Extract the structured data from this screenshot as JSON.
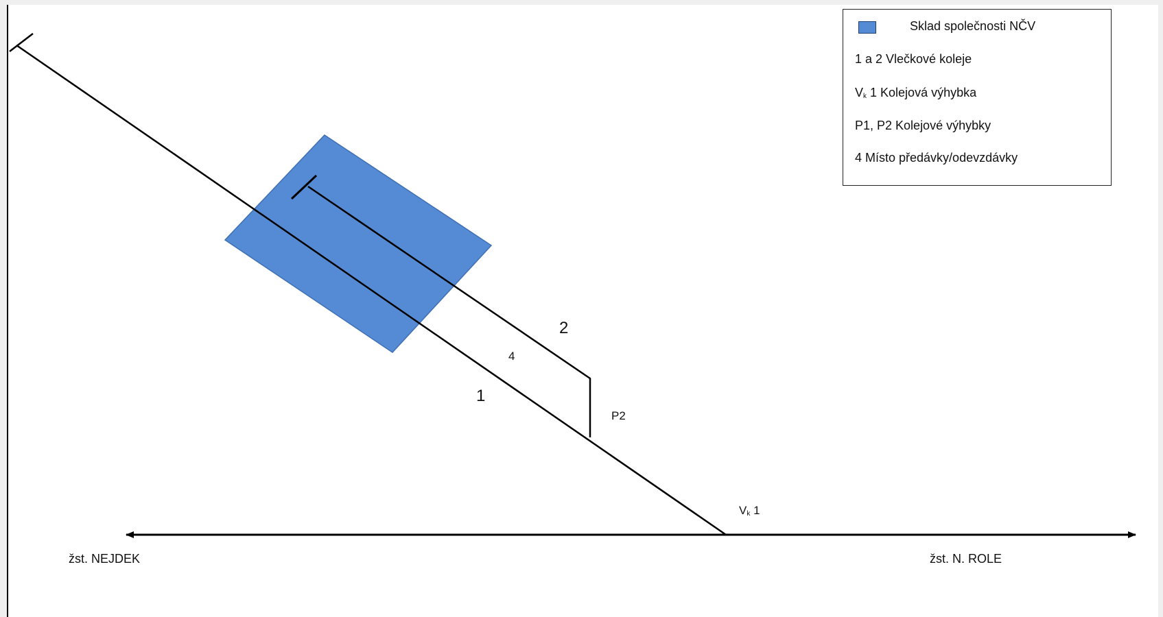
{
  "colors": {
    "warehouse_fill": "#558ad4",
    "warehouse_border": "#3f70b3",
    "line": "#000000"
  },
  "legend": {
    "warehouse": "Sklad společnosti NČV",
    "tracks": "1 a 2 Vlečkové koleje",
    "switch_vk_prefix": "V",
    "switch_vk_sub": "k",
    "switch_vk_text": " 1 Kolejová výhybka",
    "switches_p": "P1, P2 Kolejové výhybky",
    "handover": "4 Místo předávky/odevzdávky"
  },
  "labels": {
    "track1": "1",
    "track2": "2",
    "handover": "4",
    "p2": "P2",
    "vk_prefix": "V",
    "vk_sub": "k",
    "vk_num": " 1"
  },
  "stations": {
    "left": "žst. NEJDEK",
    "right": "žst. N. ROLE"
  }
}
